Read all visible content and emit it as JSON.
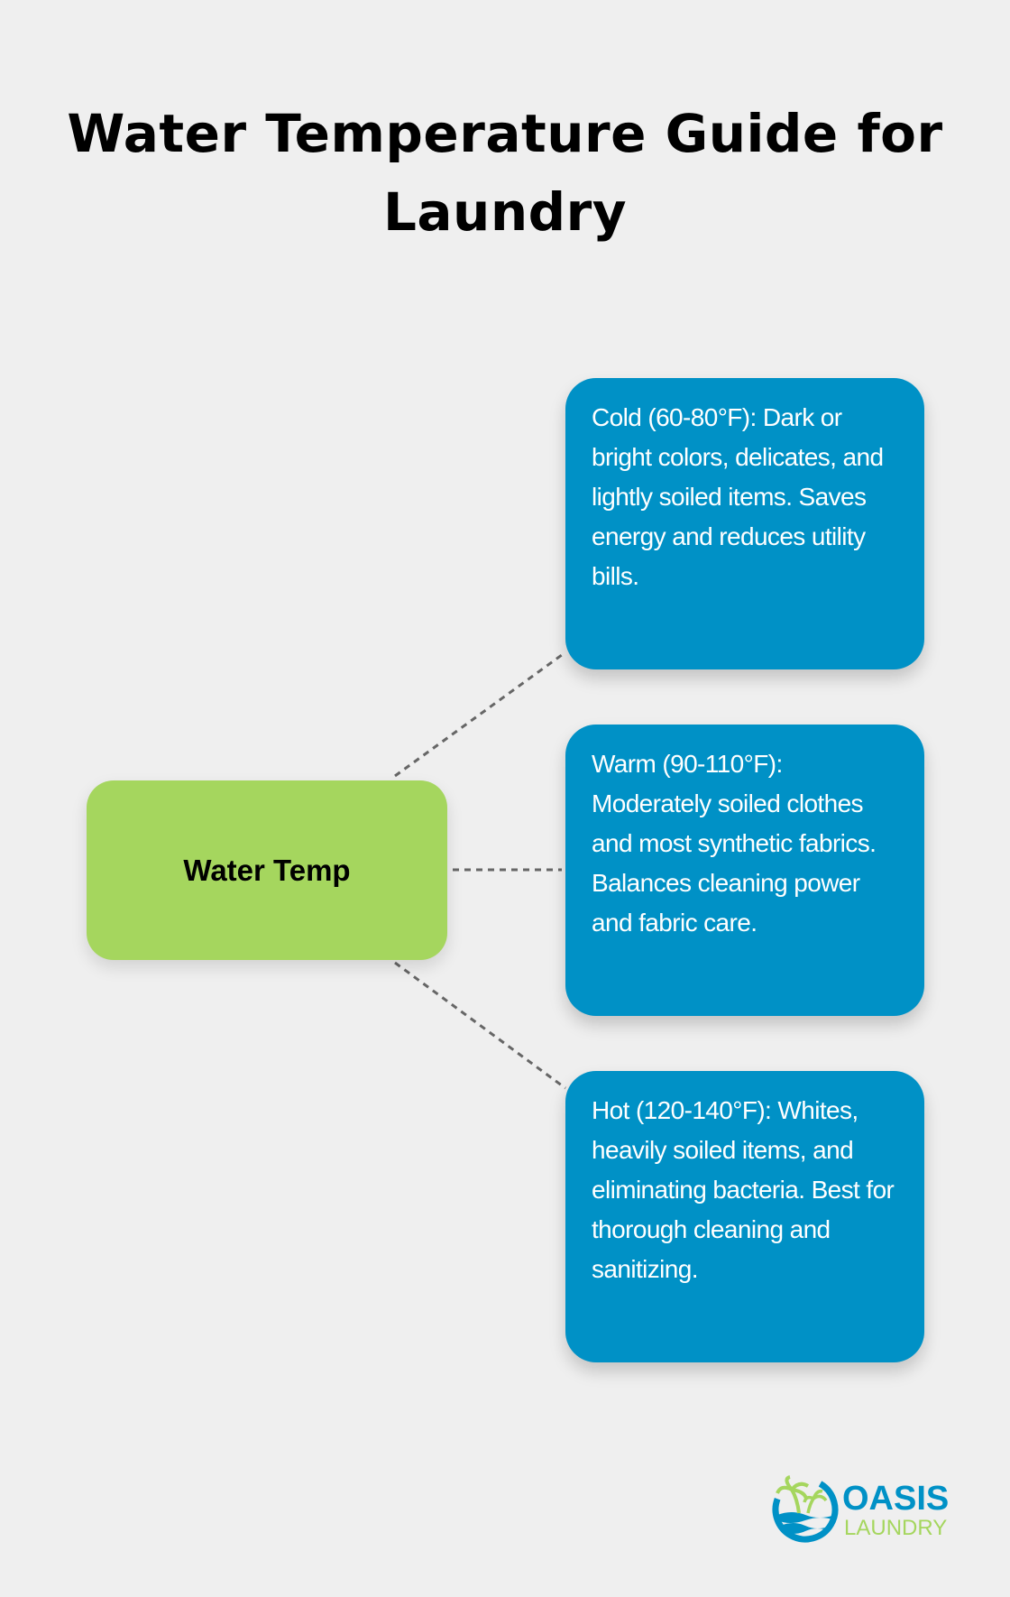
{
  "title": "Water Temperature Guide for Laundry",
  "center_node": {
    "label": "Water Temp",
    "color": "#a5d65e"
  },
  "cards": [
    {
      "text": "Cold (60-80°F): Dark or bright colors, delicates, and lightly soiled items. Saves energy and reduces utility bills."
    },
    {
      "text": "Warm (90-110°F): Moderately soiled clothes and most synthetic fabrics. Balances cleaning power and fabric care."
    },
    {
      "text": "Hot (120-140°F): Whites, heavily soiled items, and eliminating bacteria. Best for thorough cleaning and sanitizing."
    }
  ],
  "card_color": "#0091c6",
  "logo": {
    "line1": "OASIS",
    "line2": "LAUNDRY"
  }
}
